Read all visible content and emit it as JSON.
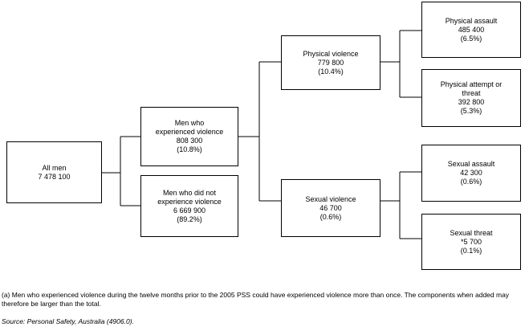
{
  "nodes": {
    "all_men": {
      "label": "All men",
      "value": "7 478 100"
    },
    "experienced": {
      "label": "Men who\nexperienced violence",
      "value": "808 300",
      "pct": "(10.8%)"
    },
    "not_experienced": {
      "label": "Men who did not\nexperience violence",
      "value": "6 669 900",
      "pct": "(89.2%)"
    },
    "physical_violence": {
      "label": "Physical violence",
      "value": "779 800",
      "pct": "(10.4%)"
    },
    "sexual_violence": {
      "label": "Sexual violence",
      "value": "46 700",
      "pct": "(0.6%)"
    },
    "physical_assault": {
      "label": "Physical assault",
      "value": "485 400",
      "pct": "(6.5%)"
    },
    "physical_attempt": {
      "label": "Physical attempt or\nthreat",
      "value": "392 800",
      "pct": "(5.3%)"
    },
    "sexual_assault": {
      "label": "Sexual assault",
      "value": "42 300",
      "pct": "(0.6%)"
    },
    "sexual_threat": {
      "label": "Sexual threat",
      "value": "*5 700",
      "pct": "(0.1%)"
    }
  },
  "footnote": "(a) Men who experienced violence during the twelve months prior to the 2005 PSS could have experienced violence more than once. The components when added may therefore be larger than the total.",
  "source": "Source: Personal Safety, Australia (4906.0)."
}
